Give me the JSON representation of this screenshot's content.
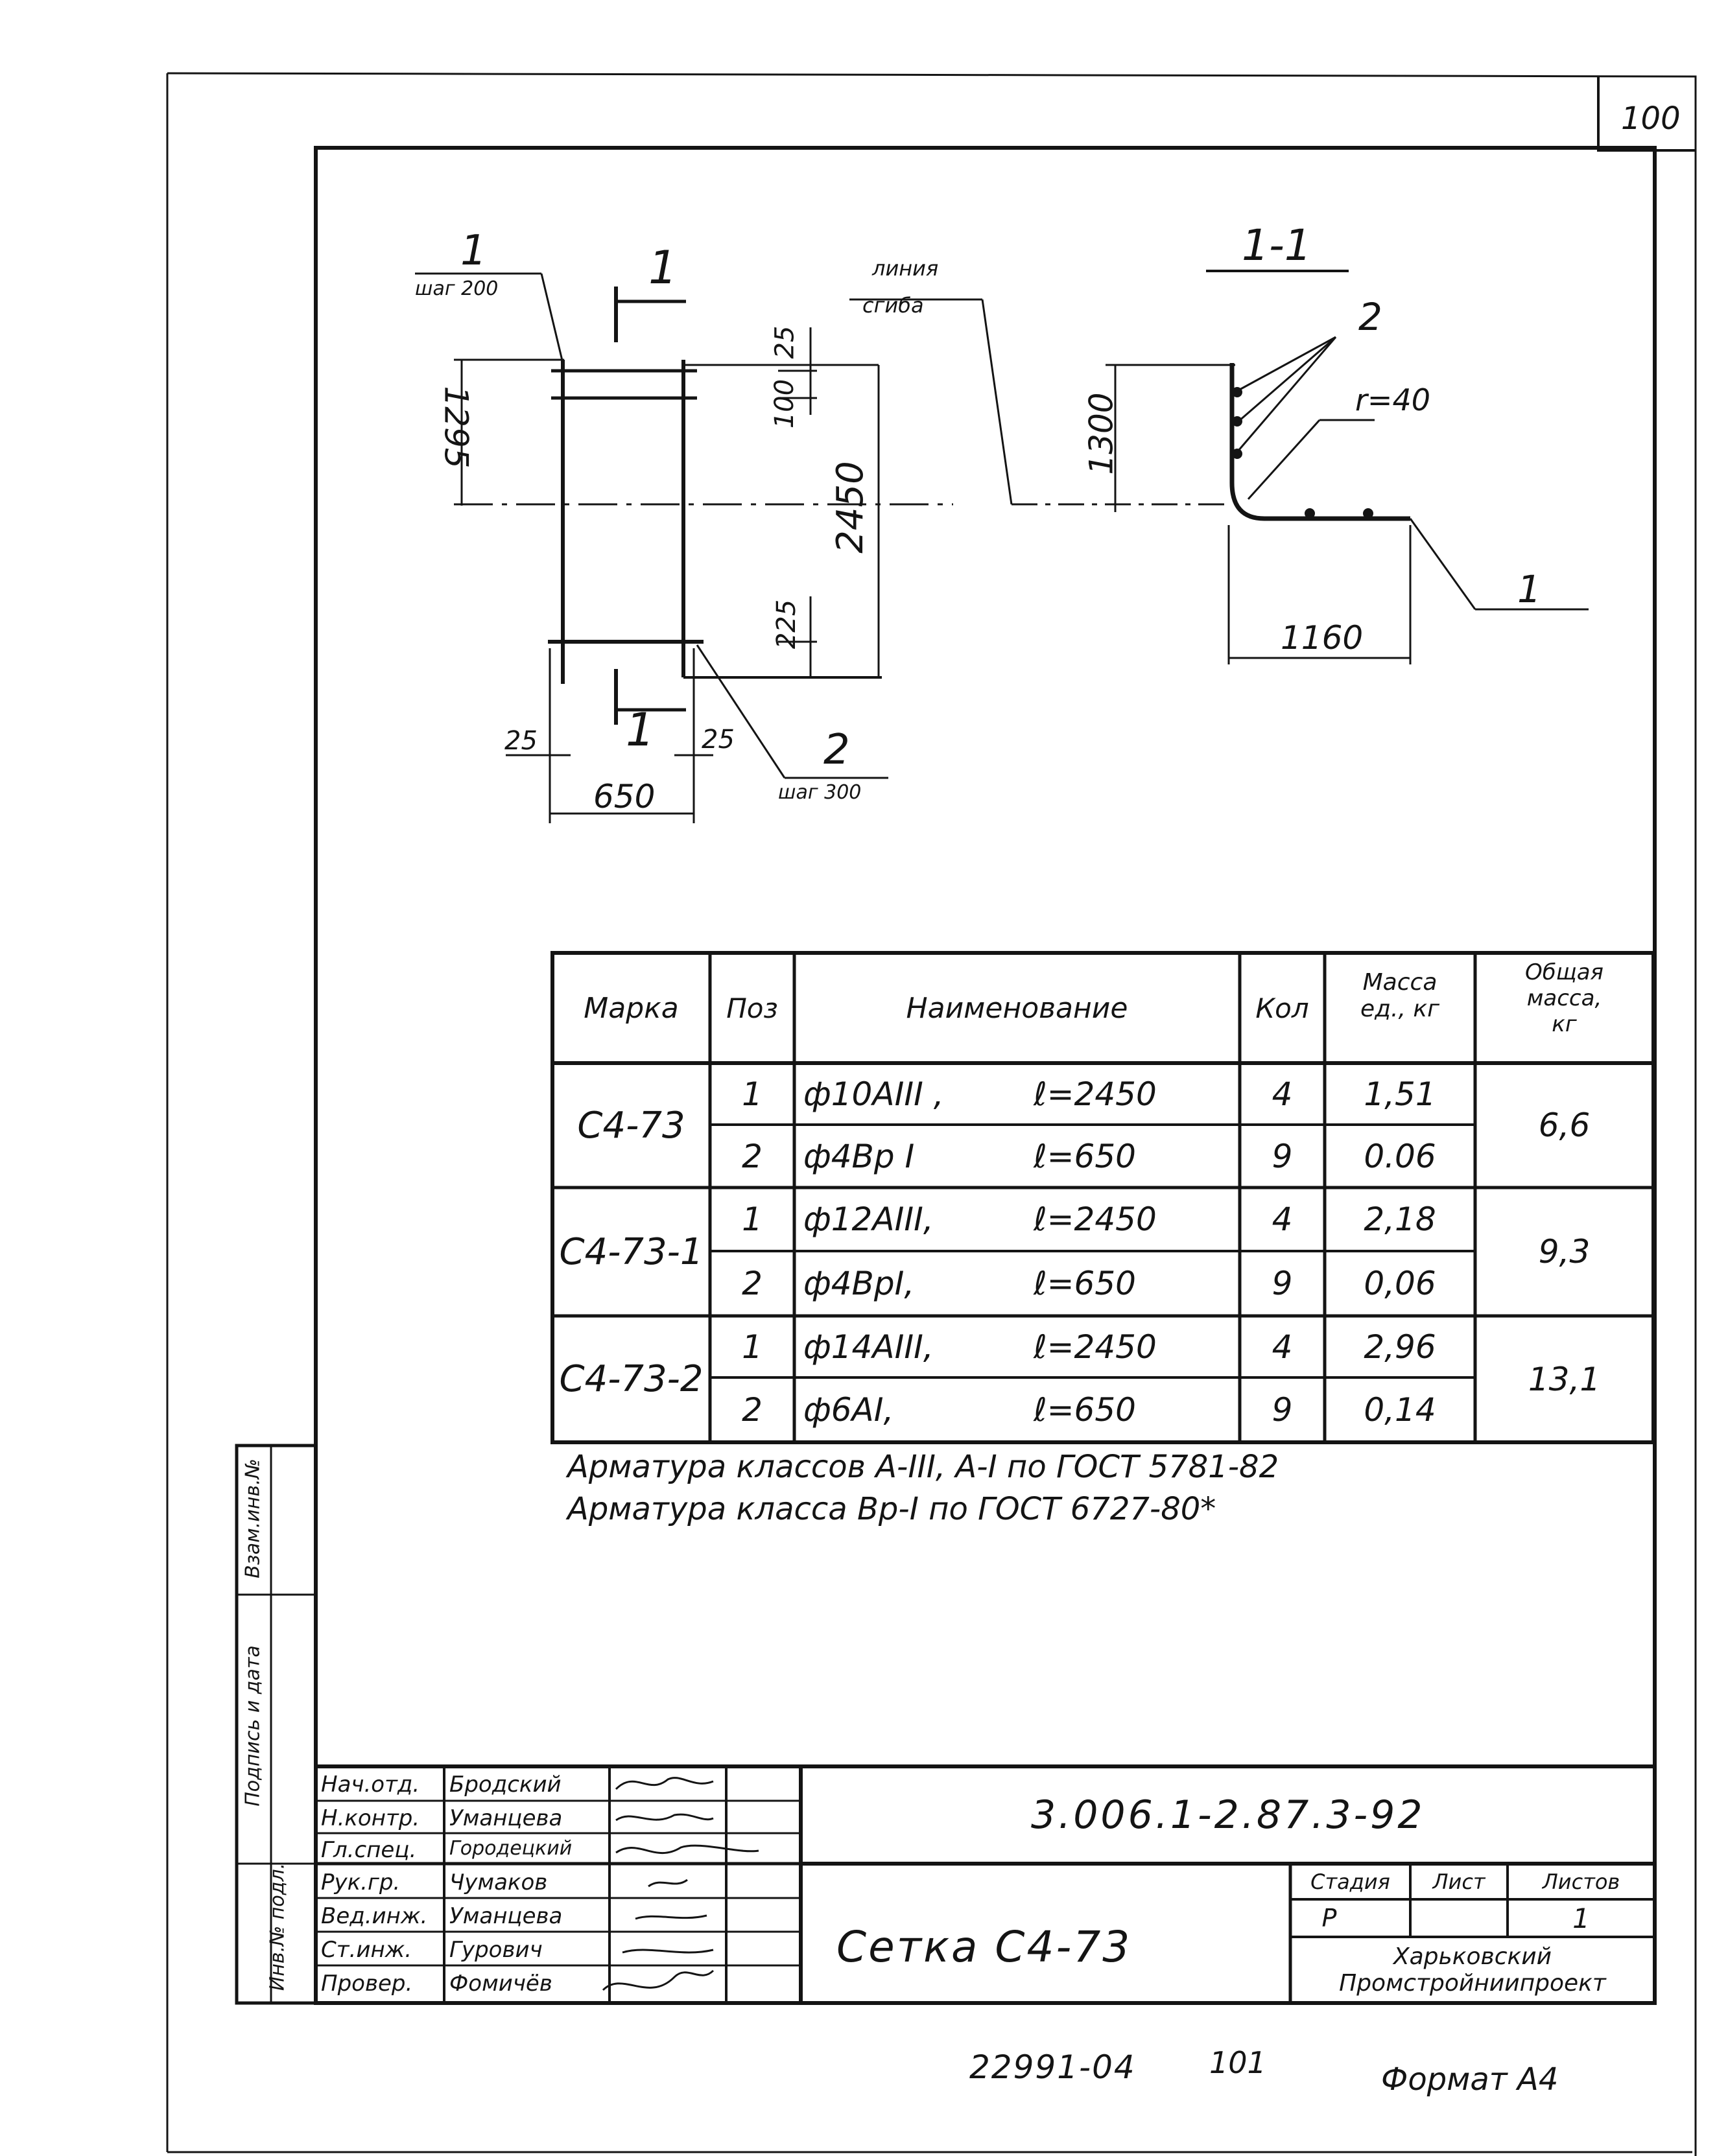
{
  "page_number": "100",
  "plan_view": {
    "callout_1": {
      "label": "1",
      "step": "шаг 200"
    },
    "callout_2": {
      "label": "2",
      "step": "шаг 300"
    },
    "section_mark_top": "1",
    "section_mark_bottom": "1",
    "dims": {
      "d1295": "1295",
      "d25_top": "25",
      "d100": "100",
      "d2450": "2450",
      "d225": "225",
      "d25_left": "25",
      "d25_right": "25",
      "d650": "650"
    }
  },
  "section_view": {
    "title": "1-1",
    "bend_line_label": [
      "линия",
      "сгиба"
    ],
    "pos2": "2",
    "radius": "r=40",
    "d1300": "1300",
    "pos1": "1",
    "d1160": "1160"
  },
  "spec_table": {
    "headers": {
      "mark": "Марка",
      "pos": "Поз",
      "name": "Наименование",
      "qty": "Кол",
      "unit_mass": [
        "Масса",
        "ед., кг"
      ],
      "total_mass": [
        "Общая",
        "масса,",
        "кг"
      ]
    },
    "groups": [
      {
        "mark": "С4-73",
        "total": "6,6",
        "rows": [
          {
            "pos": "1",
            "name": "ф10АIII ,",
            "length": "ℓ=2450",
            "qty": "4",
            "unit": "1,51"
          },
          {
            "pos": "2",
            "name": "ф4Вр I",
            "length": "ℓ=650",
            "qty": "9",
            "unit": "0.06"
          }
        ]
      },
      {
        "mark": "С4-73-1",
        "total": "9,3",
        "rows": [
          {
            "pos": "1",
            "name": "ф12АIII,",
            "length": "ℓ=2450",
            "qty": "4",
            "unit": "2,18"
          },
          {
            "pos": "2",
            "name": "ф4ВрI,",
            "length": "ℓ=650",
            "qty": "9",
            "unit": "0,06"
          }
        ]
      },
      {
        "mark": "С4-73-2",
        "total": "13,1",
        "rows": [
          {
            "pos": "1",
            "name": "ф14АIII,",
            "length": "ℓ=2450",
            "qty": "4",
            "unit": "2,96"
          },
          {
            "pos": "2",
            "name": "ф6АI,",
            "length": "ℓ=650",
            "qty": "9",
            "unit": "0,14"
          }
        ]
      }
    ]
  },
  "notes": [
    "Арматура классов А-III, А-I по ГОСТ 5781-82",
    "Арматура класса Вр-I по ГОСТ 6727-80*"
  ],
  "side_stamp": [
    "Инв.№ подл.",
    "Подпись и дата",
    "Взам.инв.№"
  ],
  "title_block": {
    "roles": [
      {
        "role": "Нач.отд.",
        "name": "Бродский"
      },
      {
        "role": "Н.контр.",
        "name": "Уманцева"
      },
      {
        "role": "Гл.спец.",
        "name": "Городецкий"
      },
      {
        "role": "Рук.гр.",
        "name": "Чумаков"
      },
      {
        "role": "Вед.инж.",
        "name": "Уманцева"
      },
      {
        "role": "Ст.инж.",
        "name": "Гурович"
      },
      {
        "role": "Провер.",
        "name": "Фомичёв"
      }
    ],
    "doc_code": "3.006.1-2.87.3-92",
    "title": "Сетка С4-73",
    "stage_label": "Стадия",
    "sheet_label": "Лист",
    "sheets_label": "Листов",
    "stage": "Р",
    "sheets": "1",
    "org": [
      "Харьковский",
      "Промстройниипроект"
    ]
  },
  "footer": {
    "archive_no": "22991-04",
    "page": "101",
    "format": "Формат А4"
  }
}
